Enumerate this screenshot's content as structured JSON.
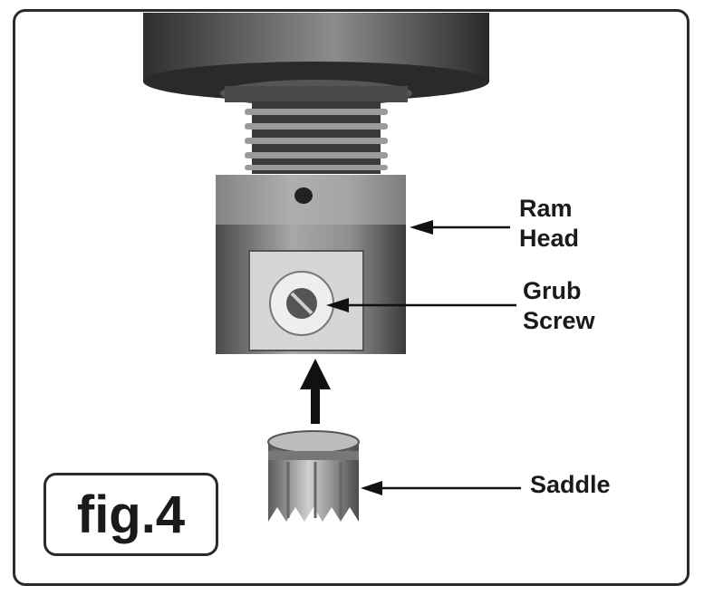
{
  "figure_label": "fig.4",
  "callouts": {
    "ram_head": "Ram\nHead",
    "grub_screw": "Grub\nScrew",
    "saddle": "Saddle"
  },
  "colors": {
    "frame": "#2a2a2a",
    "text": "#1a1a1a",
    "metal_dark": "#3a3a3a",
    "metal_light": "#c8c8c8"
  }
}
